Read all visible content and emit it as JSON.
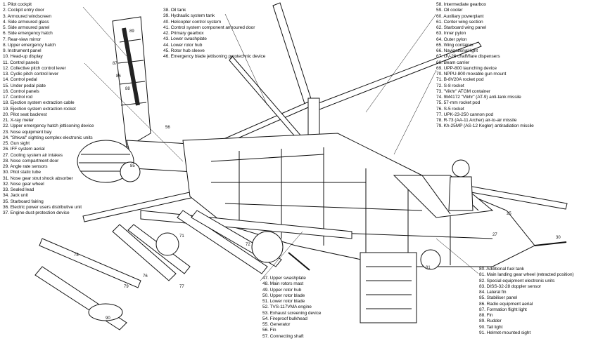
{
  "legend_a": [
    "1. Pilot cockpit",
    "2. Cockpit entry door",
    "3. Armoured windscreen",
    "4. Side armoured glass",
    "5. Side armoured panel",
    "6. Side emergency hatch",
    "7. Rear-view mirror",
    "8. Upper emergency hatch",
    "9. Instrument panel",
    "10. Head-up display",
    "11. Control panels",
    "12. Collective pitch control lever",
    "13. Cyclic pitch control lever",
    "14. Control pedal",
    "15. Under pedal plate",
    "16. Control panels",
    "17. Control rod",
    "18. Ejection system extraction cable",
    "19. Ejection system extraction rocket",
    "20. Pilot seat backrest",
    "21. X-ray meter",
    "22. Upper emergency hatch jettisoning device",
    "23. Nose equipment bay",
    "24. \"Shkval\" sighting complex electronic units",
    "25. Gun sight",
    "26. IFF system aerial",
    "27. Cooling system air intakes",
    "28. Nose compartment door",
    "29. Angle rate sensors",
    "30. Pitot static tube",
    "31. Nose gear strut shock absorber",
    "32. Nose gear wheel",
    "33. Sealed lead",
    "34. Jack unit",
    "35. Starboard fairing",
    "36. Electric power users distributive unit",
    "37. Engine dust-protection device"
  ],
  "legend_b": [
    "38. Oil tank",
    "39. Hydraulic system tank",
    "40. Helicopter control system",
    "41. Control system component armoured door",
    "42. Primary gearbox",
    "43. Lower swashplate",
    "44. Lower rotor hub",
    "45. Rotor hub sleeve",
    "46. Emergency blade jettisoning pyrotechnic device"
  ],
  "legend_c": [
    "58. Intermediate gearbox",
    "59. Oil cooler",
    "60. Auxiliary powerplant",
    "61. Center wing section",
    "62. Starboard wing panel",
    "63. Inner pylon",
    "64. Outer pylon",
    "65. Wing container",
    "66. Navigational light",
    "67. UV-26 chaff/flare dispensers",
    "68. Beam carrier",
    "69. UPP-800 launching device",
    "70. NPPU-800 movable gun mount",
    "71. B-8V20A rocket pod",
    "72. S-8 rocket",
    "73. \"Vikhr\" ATGM container",
    "74. 9M4172 \"Vikhr\" (AT-9) anti-tank missile",
    "75. 57-mm rocket pod",
    "76. S-5 rocket",
    "77. UPK-23-250 cannon pod",
    "78. R-73 (AA-11 Archer) air-to-air missile",
    "79. Kh-25MP (AS-12 Kegler) antiradiation missile"
  ],
  "legend_d": [
    "47. Upper swashplate",
    "48. Main rotors mast",
    "49. Upper rotor hub",
    "50. Upper rotor blade",
    "51. Lower rotor blade",
    "52. TVS-117VMA engine",
    "53. Exhaust screening device",
    "54. Fireproof bulkhead",
    "55. Generator",
    "56. Fin",
    "57. Connecting shaft"
  ],
  "legend_e": [
    "80. Additional fuel tank",
    "81. Main landing gear wheel (retracted position)",
    "82. Special equipment electronic units",
    "83. DISS-32-28 doppler sensor",
    "84. Lateral fin",
    "85. Stabiliser panel",
    "86. Radio equipment aerial",
    "87. Formation flight light",
    "88. Fin",
    "89. Rudder",
    "90. Tail light",
    "91. Helmet-mounted sight"
  ],
  "callouts": [
    "90",
    "79",
    "76",
    "77",
    "78",
    "71",
    "72",
    "81",
    "85",
    "87",
    "86",
    "88",
    "89",
    "30",
    "25",
    "27",
    "56"
  ],
  "colors": {
    "ink": "#111111",
    "paper": "#ffffff"
  }
}
